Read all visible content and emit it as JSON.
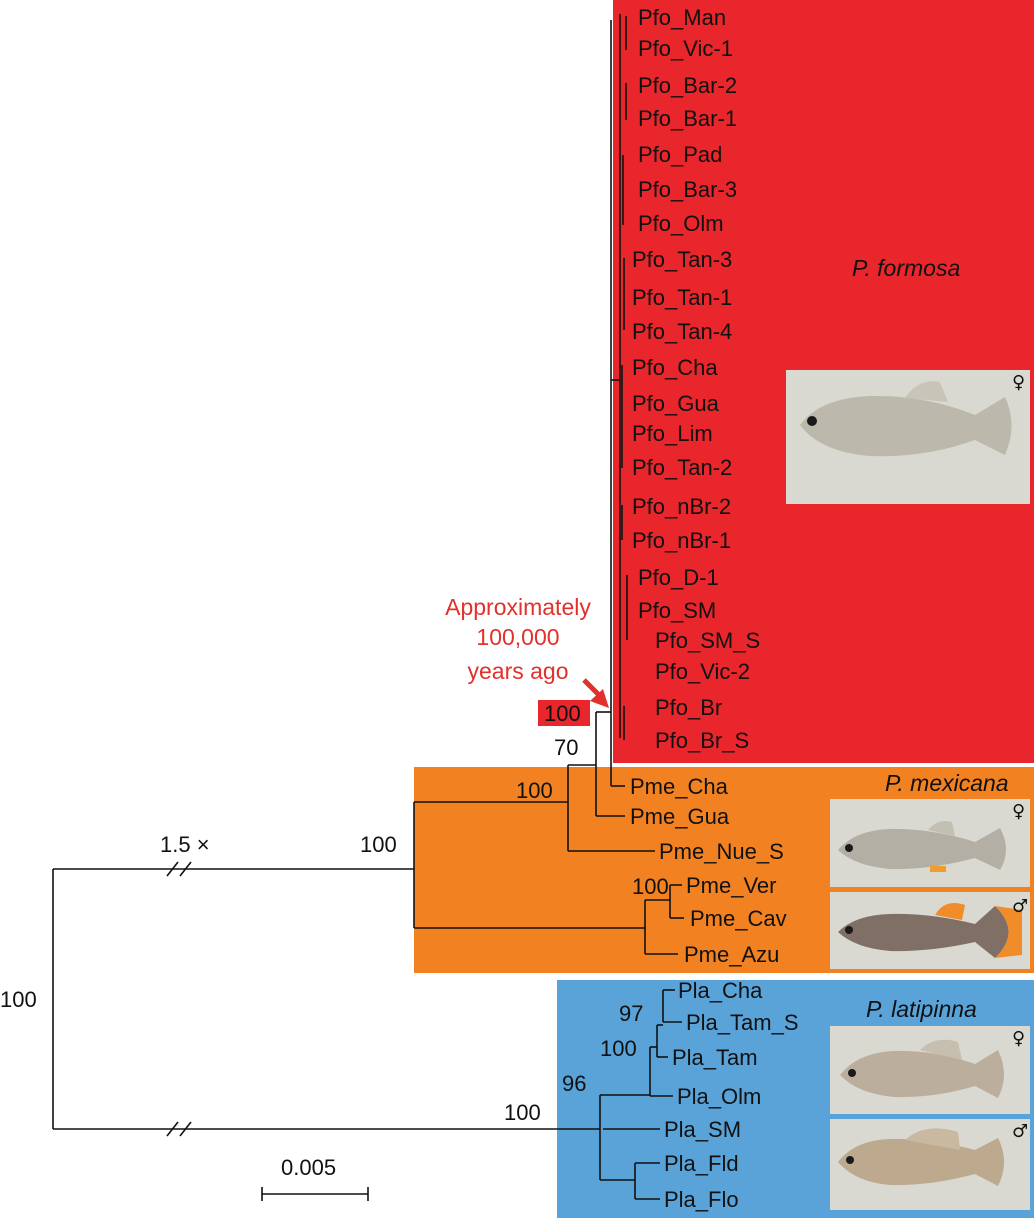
{
  "colors": {
    "formosa_box": "#e8262b",
    "mexicana_box": "#f18121",
    "latipinna_box": "#5aa3d9",
    "annotation": "#e2302b",
    "photo_bg": "#d9d8d1"
  },
  "clades": {
    "formosa": "P. formosa",
    "mexicana": "P. mexicana",
    "latipinna": "P. latipinna"
  },
  "annotation": {
    "line1": "Approximately",
    "line2": "100,000",
    "line3": "years ago"
  },
  "tips": {
    "formosa": [
      "Pfo_Man",
      "Pfo_Vic-1",
      "Pfo_Bar-2",
      "Pfo_Bar-1",
      "Pfo_Pad",
      "Pfo_Bar-3",
      "Pfo_Olm",
      "Pfo_Tan-3",
      "Pfo_Tan-1",
      "Pfo_Tan-4",
      "Pfo_Cha",
      "Pfo_Gua",
      "Pfo_Lim",
      "Pfo_Tan-2",
      "Pfo_nBr-2",
      "Pfo_nBr-1",
      "Pfo_D-1",
      "Pfo_SM",
      "Pfo_SM_S",
      "Pfo_Vic-2",
      "Pfo_Br",
      "Pfo_Br_S"
    ],
    "mexicana": [
      "Pme_Cha",
      "Pme_Gua",
      "Pme_Nue_S",
      "Pme_Ver",
      "Pme_Cav",
      "Pme_Azu"
    ],
    "latipinna": [
      "Pla_Cha",
      "Pla_Tam_S",
      "Pla_Tam",
      "Pla_Olm",
      "Pla_SM",
      "Pla_Fld",
      "Pla_Flo"
    ]
  },
  "support": {
    "root": "100",
    "mexicana_formosa": "100",
    "mexicana_inner": "100",
    "pme_cha_formosa": "70",
    "formosa_crown": "100",
    "ver_cav": "100",
    "latipinna": "100",
    "lat_inner": "96",
    "lat_tam_group": "100",
    "lat_cha_tams": "97"
  },
  "broken_branch_label": "1.5 ×",
  "scale_bar_label": "0.005",
  "sex_symbols": {
    "female": "♀",
    "male": "♂"
  }
}
